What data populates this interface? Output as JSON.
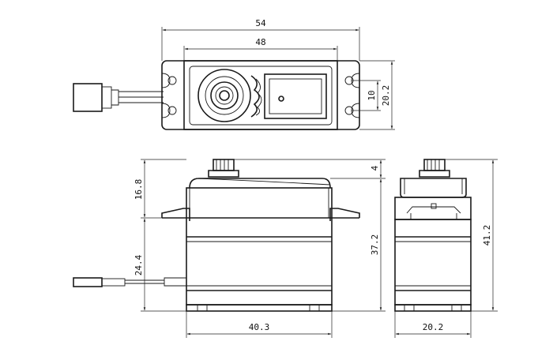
{
  "dimensions": {
    "top_width_outer": "54",
    "top_width_inner": "48",
    "top_height_outer": "20.2",
    "top_height_inner": "10",
    "front_top_to_flange": "16.8",
    "front_flange_to_bottom": "24.4",
    "front_horn_height": "4",
    "front_body_height": "37.2",
    "front_width": "40.3",
    "side_total_height": "41.2",
    "side_width": "20.2"
  },
  "colors": {
    "line": "#1a1a1a",
    "background": "#ffffff"
  }
}
